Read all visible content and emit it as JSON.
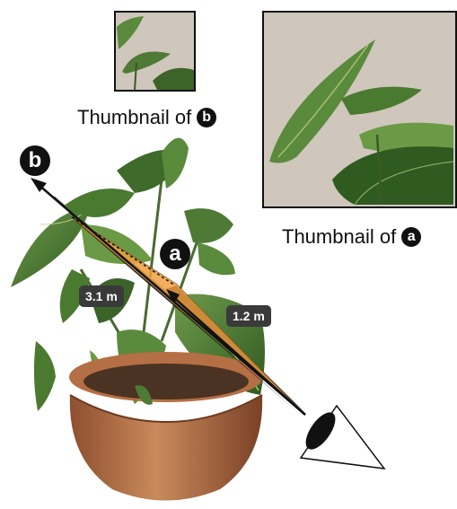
{
  "captions": {
    "thumb_b_text": "Thumbnail of",
    "thumb_b_marker": "b",
    "thumb_a_text": "Thumbnail of",
    "thumb_a_marker": "a"
  },
  "points": {
    "a": "a",
    "b": "b"
  },
  "distances": {
    "to_b": "3.1 m",
    "to_a": "1.2 m"
  },
  "colors": {
    "frustum": "#f0a040",
    "leaf": "#4a7a30",
    "pot": "#c07a4e",
    "thumb_bg": "#cfc6bc"
  }
}
